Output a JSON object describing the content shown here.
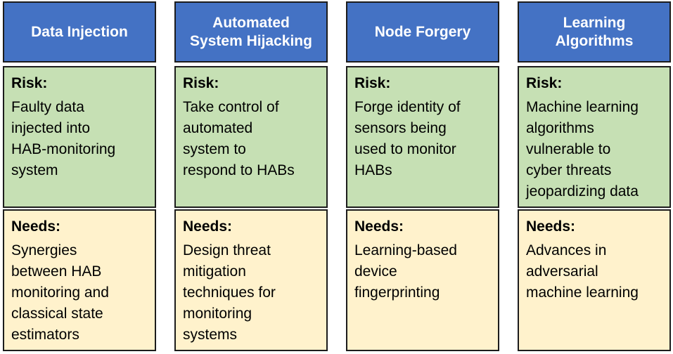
{
  "colors": {
    "header_bg": "#4472c4",
    "risk_bg": "#c6e0b4",
    "needs_bg": "#fff2cc",
    "border": "#1c1c1c"
  },
  "risk_label": "Risk:",
  "needs_label": "Needs:",
  "columns": [
    {
      "title": "Data Injection",
      "risk": "Faulty data\ninjected into\nHAB-monitoring\nsystem",
      "needs": "Synergies\nbetween HAB\nmonitoring and\nclassical state\nestimators"
    },
    {
      "title": "Automated\nSystem Hijacking",
      "risk": "Take control of\nautomated\nsystem to\nrespond to HABs",
      "needs": "Design threat\nmitigation\ntechniques for\nmonitoring\nsystems"
    },
    {
      "title": "Node Forgery",
      "risk": "Forge identity of\nsensors being\nused to monitor\nHABs",
      "needs": "Learning-based\ndevice\nfingerprinting"
    },
    {
      "title": "Learning\nAlgorithms",
      "risk": "Machine learning\nalgorithms\nvulnerable to\ncyber threats\njeopardizing data",
      "needs": "Advances in\nadversarial\nmachine learning"
    }
  ]
}
